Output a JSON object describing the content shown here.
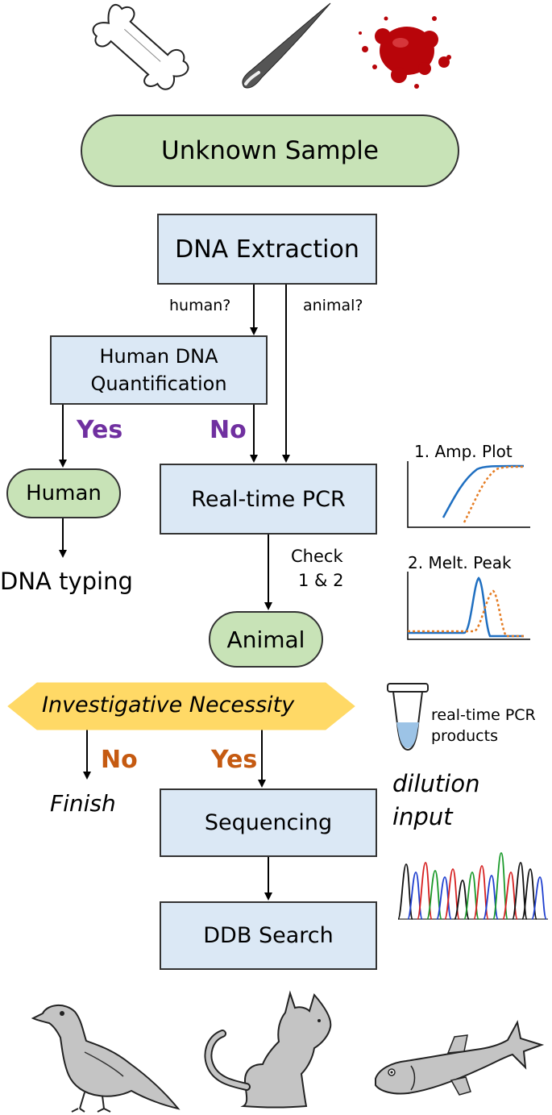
{
  "nodes": {
    "unknown_sample": "Unknown Sample",
    "dna_extraction": "DNA Extraction",
    "human_dna_quant_line1": "Human DNA",
    "human_dna_quant_line2": "Quantification",
    "realtime_pcr": "Real-time PCR",
    "human": "Human",
    "animal": "Animal",
    "investigative_necessity": "Investigative Necessity",
    "sequencing": "Sequencing",
    "ddb_search": "DDB Search"
  },
  "edge_labels": {
    "human_q": "human?",
    "animal_q": "animal?",
    "yes_quant": "Yes",
    "no_quant": "No",
    "dna_typing": "DNA typing",
    "check_line1": "Check",
    "check_line2": "1 & 2",
    "no_inv": "No",
    "yes_inv": "Yes",
    "finish": "Finish"
  },
  "side_panel": {
    "amp_plot_title": "1. Amp. Plot",
    "melt_peak_title": "2. Melt. Peak",
    "tube_label_line1": "real-time PCR",
    "tube_label_line2": "products",
    "dilution_line1": "dilution",
    "dilution_line2": "input"
  },
  "colors": {
    "process_fill": "#dbe8f5",
    "terminal_fill": "#c8e3b7",
    "decision_fill": "#ffd966",
    "yes_no_quant": "#7030a0",
    "yes_no_inv": "#c55a11",
    "curve_blue": "#1f6fc1",
    "curve_orange": "#e57c23"
  },
  "icons": [
    "bone-icon",
    "hair-icon",
    "blood-stain-icon",
    "tube-icon",
    "chromatogram-icon",
    "bird-icon",
    "cat-icon",
    "fish-icon"
  ]
}
